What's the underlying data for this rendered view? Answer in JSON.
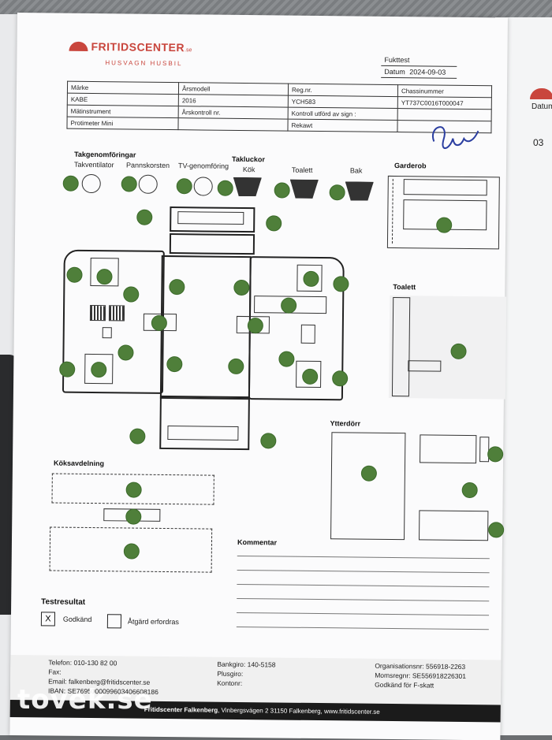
{
  "logo": {
    "name": "FRITIDSCENTER",
    "suffix": ".se",
    "tagline": "HUSVAGN HUSBIL"
  },
  "header": {
    "test_type": "Fukttest",
    "date_label": "Datum",
    "date_value": "2024-09-03"
  },
  "info_table": {
    "rows": [
      [
        "Märke",
        "Årsmodell",
        "Reg.nr.",
        "Chassinummer"
      ],
      [
        "KABE",
        "2016",
        "YCH583",
        "YT737C0016T000047"
      ],
      [
        "Mätinstrument",
        "Årskontroll nr.",
        "Kontroll utförd av sign :",
        ""
      ],
      [
        "Protimeter Mini",
        "",
        "Rekawt",
        ""
      ]
    ]
  },
  "sections": {
    "roof_penetrations": "Takgenomföringar",
    "roof_vent": "Takventilator",
    "chimney": "Pannskorsten",
    "tv": "TV-genomföring",
    "roof_hatches": "Takluckor",
    "kitchen": "Kök",
    "toilet": "Toalett",
    "rear": "Bak",
    "wardrobe": "Garderob",
    "toilet2": "Toalett",
    "outer_door": "Ytterdörr",
    "kitchen_section": "Köksavdelning",
    "comment": "Kommentar",
    "test_result": "Testresultat",
    "approved": "Godkänd",
    "action": "Åtgärd erfordras",
    "approved_mark": "X"
  },
  "footer": {
    "phone": "Telefon: 010-130 82 00",
    "fax": "Fax:",
    "email": "Email: falkenberg@fritidscenter.se",
    "iban": "IBAN: SE7695000099603406608186",
    "bankgiro": "Bankgiro: 140-5158",
    "plusgiro": "Plusgiro:",
    "kontonr": "Kontonr:",
    "org": "Organisationsnr: 556918-2263",
    "moms": "Momsregnr: SE556918226301",
    "fskatt": "Godkänd för F-skatt",
    "bar_company": "Fritidscenter Falkenberg",
    "bar_address": ", Vinbergsvägen 2 31150 Falkenberg, www.fritidscenter.se"
  },
  "right_paper": {
    "datum_partial": "Datum",
    "num_partial": "03"
  },
  "watermark": "tovek.se",
  "colors": {
    "dot": "#4f7f3a",
    "brand": "#c9463d"
  }
}
